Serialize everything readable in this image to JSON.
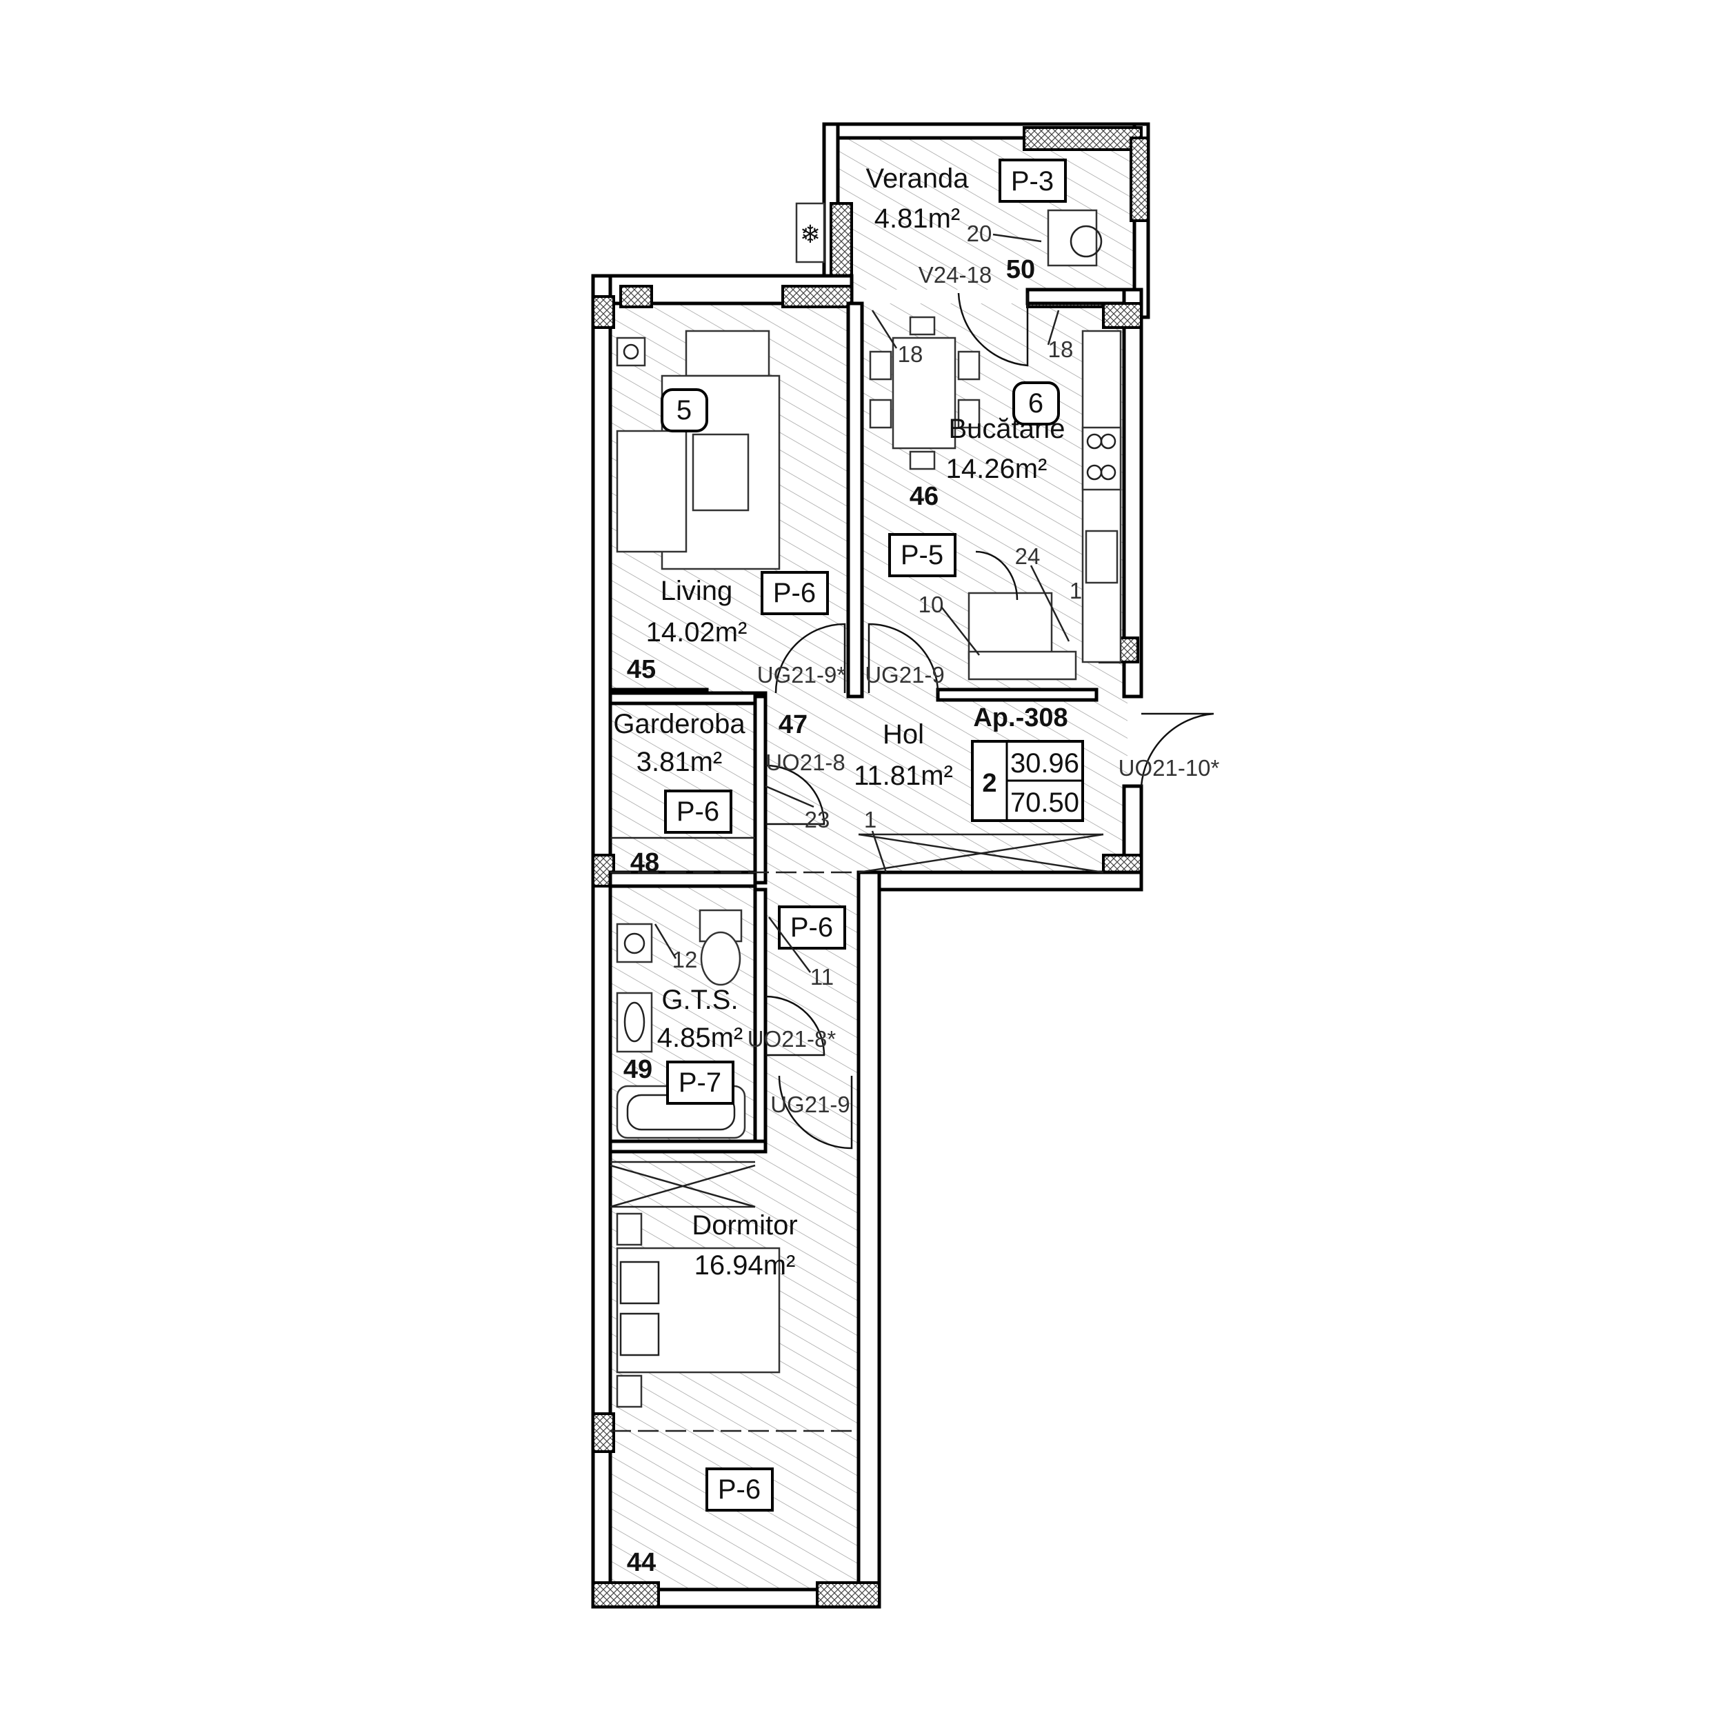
{
  "apartment": {
    "label": "Ap.-308",
    "rooms_count": "2",
    "area_living": "30.96",
    "area_total": "70.50"
  },
  "rooms": {
    "veranda": {
      "name": "Veranda",
      "area": "4.81m²",
      "floor_tag": "P-3",
      "code": "50"
    },
    "living": {
      "name": "Living",
      "area": "14.02m²",
      "floor_tag": "P-6",
      "code": "45",
      "furniture_marker": "5"
    },
    "kitchen": {
      "name": "Bucătărie",
      "area": "14.26m²",
      "floor_tag": "P-5",
      "code": "46",
      "furniture_marker": "6"
    },
    "hall": {
      "name": "Hol",
      "area": "11.81m²",
      "floor_tag": "P-6",
      "code": "47"
    },
    "wardrobe": {
      "name": "Garderoba",
      "area": "3.81m²",
      "floor_tag": "P-6",
      "code": "48"
    },
    "bathroom": {
      "name": "G.T.S.",
      "area": "4.85m²",
      "floor_tag": "P-7",
      "code": "49"
    },
    "bedroom": {
      "name": "Dormitor",
      "area": "16.94m²",
      "floor_tag": "P-6",
      "code": "44"
    }
  },
  "doors": {
    "veranda_door": "V24-18",
    "living_door": "UG21-9*",
    "kitchen_door": "UG21-9",
    "entry_door": "UO21-10*",
    "wardrobe_door": "UO21-8",
    "bathroom_door": "UO21-8*",
    "bedroom_door": "UG21-9"
  },
  "equipment_refs": {
    "r20": "20",
    "r18_left": "18",
    "r18_right": "18",
    "r24": "24",
    "r10": "10",
    "r1_kitchen": "1",
    "r23": "23",
    "r1_hall": "1",
    "r12": "12",
    "r11": "11"
  },
  "colors": {
    "walls": "#000000",
    "background": "#ffffff",
    "hatch": "#888888"
  }
}
